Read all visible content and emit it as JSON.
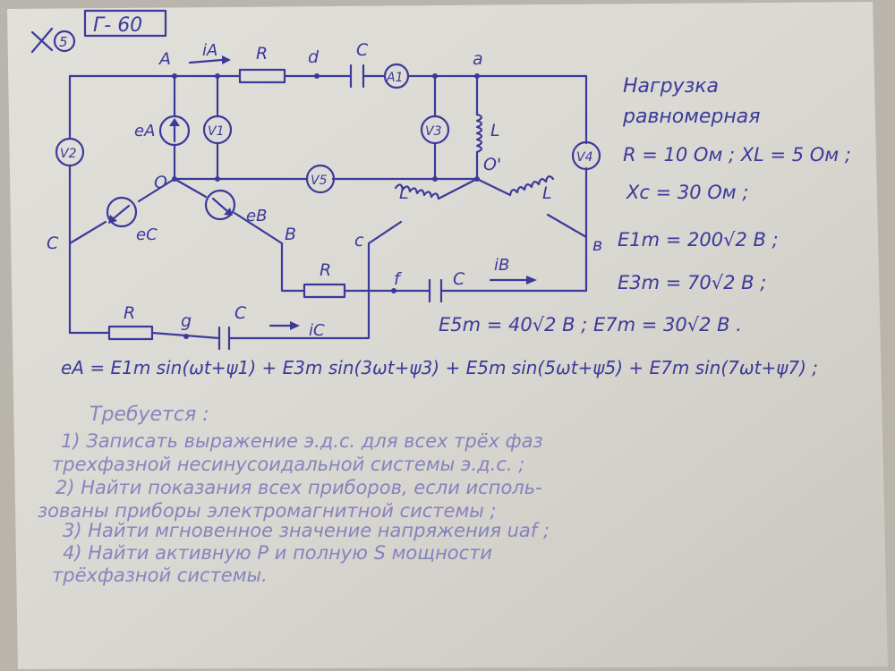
{
  "header": {
    "variant_label": "Г- 60",
    "corner_mark": "5"
  },
  "nodes": {
    "A": "A",
    "a": "a",
    "O": "O",
    "O1": "O'",
    "B": "B",
    "b": "в",
    "C": "C",
    "c": "c",
    "d": "d",
    "f": "f",
    "g": "g"
  },
  "components": {
    "R": "R",
    "C": "C",
    "L": "L",
    "iA": "iA",
    "iB": "iB",
    "iC": "iC",
    "eA": "eA",
    "eB": "eB",
    "eC": "eC"
  },
  "meters": {
    "A1": "A1",
    "V1": "V1",
    "V2": "V2",
    "V3": "V3",
    "V4": "V4",
    "V5": "V5"
  },
  "params": {
    "line1": "Нагрузка",
    "line2": "равномерная",
    "r": "R = 10 Ом ;  XL = 5 Ом ;",
    "xc": "Xc = 30 Ом ;",
    "e1": "E1m = 200√2 B ;",
    "e3": "E3m = 70√2 B ;",
    "e5e7": "E5m = 40√2 B ;   E7m = 30√2 B ."
  },
  "formula": "eA = E1m sin(ωt+ψ1) + E3m sin(3ωt+ψ3) + E5m sin(5ωt+ψ5) + E7m sin(7ωt+ψ7) ;",
  "tasks": {
    "title": "Требуется :",
    "t1a": "1) Записать выражение э.д.с. для всех трёх фаз",
    "t1b": "трехфазной несинусоидальной системы э.д.с. ;",
    "t2a": "2) Найти показания всех приборов, если исполь-",
    "t2b": "зованы приборы электромагнитной системы ;",
    "t3": "3) Найти мгновенное значение напряжения uaf ;",
    "t4a": "4) Найти активную P и полную S мощности",
    "t4b": "трёхфазной системы."
  }
}
